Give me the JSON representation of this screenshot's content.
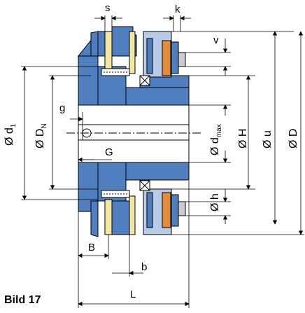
{
  "figure": {
    "caption": "Bild 17"
  },
  "dimensions": {
    "s": "s",
    "k": "k",
    "v": "v",
    "g": "g",
    "G": "G",
    "B": "B",
    "b": "b",
    "L": "L",
    "d1": "Ø d",
    "d1_sub": "1",
    "DN": "Ø D",
    "DN_sub": "N",
    "dmax": "Ø d",
    "dmax_sub": "max",
    "H": "Ø H",
    "u": "Ø u",
    "D": "Ø D",
    "h": "Ø h"
  },
  "colors": {
    "hub": "#4f7fbf",
    "flange_yellow": "#f3e7a3",
    "spring_orange": "#e58a3a",
    "pad_light": "#b7cbe6",
    "bore": "#ffffff",
    "line": "#000000"
  }
}
